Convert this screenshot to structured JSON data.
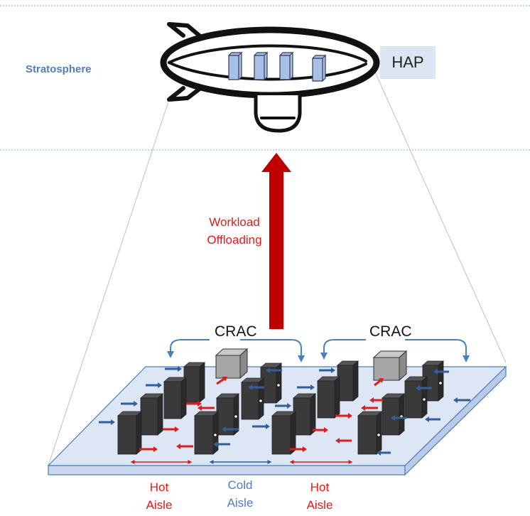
{
  "labels": {
    "stratosphere": "Stratosphere",
    "hap": "HAP",
    "workload_line1": "Workload",
    "workload_line2": "Offloading",
    "crac_left": "CRAC",
    "crac_right": "CRAC",
    "hot_aisle_1_line1": "Hot",
    "hot_aisle_1_line2": "Aisle",
    "cold_aisle_line1": "Cold",
    "cold_aisle_line2": "Aisle",
    "hot_aisle_2_line1": "Hot",
    "hot_aisle_2_line2": "Aisle"
  },
  "colors": {
    "hot": "#e31a1a",
    "cold": "#2f5f9e",
    "offload_arrow": "#c00000",
    "rack": "#3a3a3a",
    "crac_unit": "#a6a6a6",
    "floor": "#dce6f4",
    "server_box": "#a9c0e6"
  }
}
